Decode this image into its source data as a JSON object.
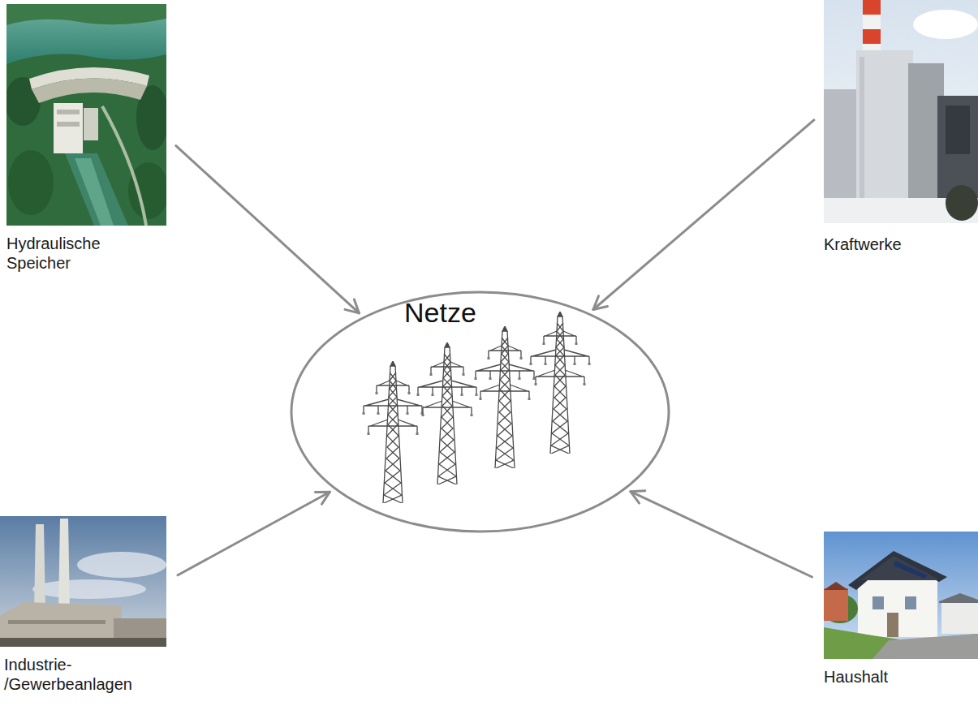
{
  "diagram": {
    "nodes": [
      {
        "text": [
          "Hydraulische Speicher"
        ]
      },
      {
        "text": [
          "Kraftwerke"
        ]
      },
      {
        "text": [
          "Netze"
        ]
      },
      {
        "text": [
          "Industrie- /Gewerbeanlagen"
        ]
      },
      {
        "text": [
          "Haushalt"
        ]
      }
    ],
    "edges": [
      {
        "from": 0,
        "to": 2,
        "arrow": "to"
      },
      {
        "from": 1,
        "to": 2,
        "arrow": "to"
      },
      {
        "from": 3,
        "to": 2,
        "arrow": "to"
      },
      {
        "from": 4,
        "to": 2,
        "arrow": "to"
      }
    ]
  }
}
